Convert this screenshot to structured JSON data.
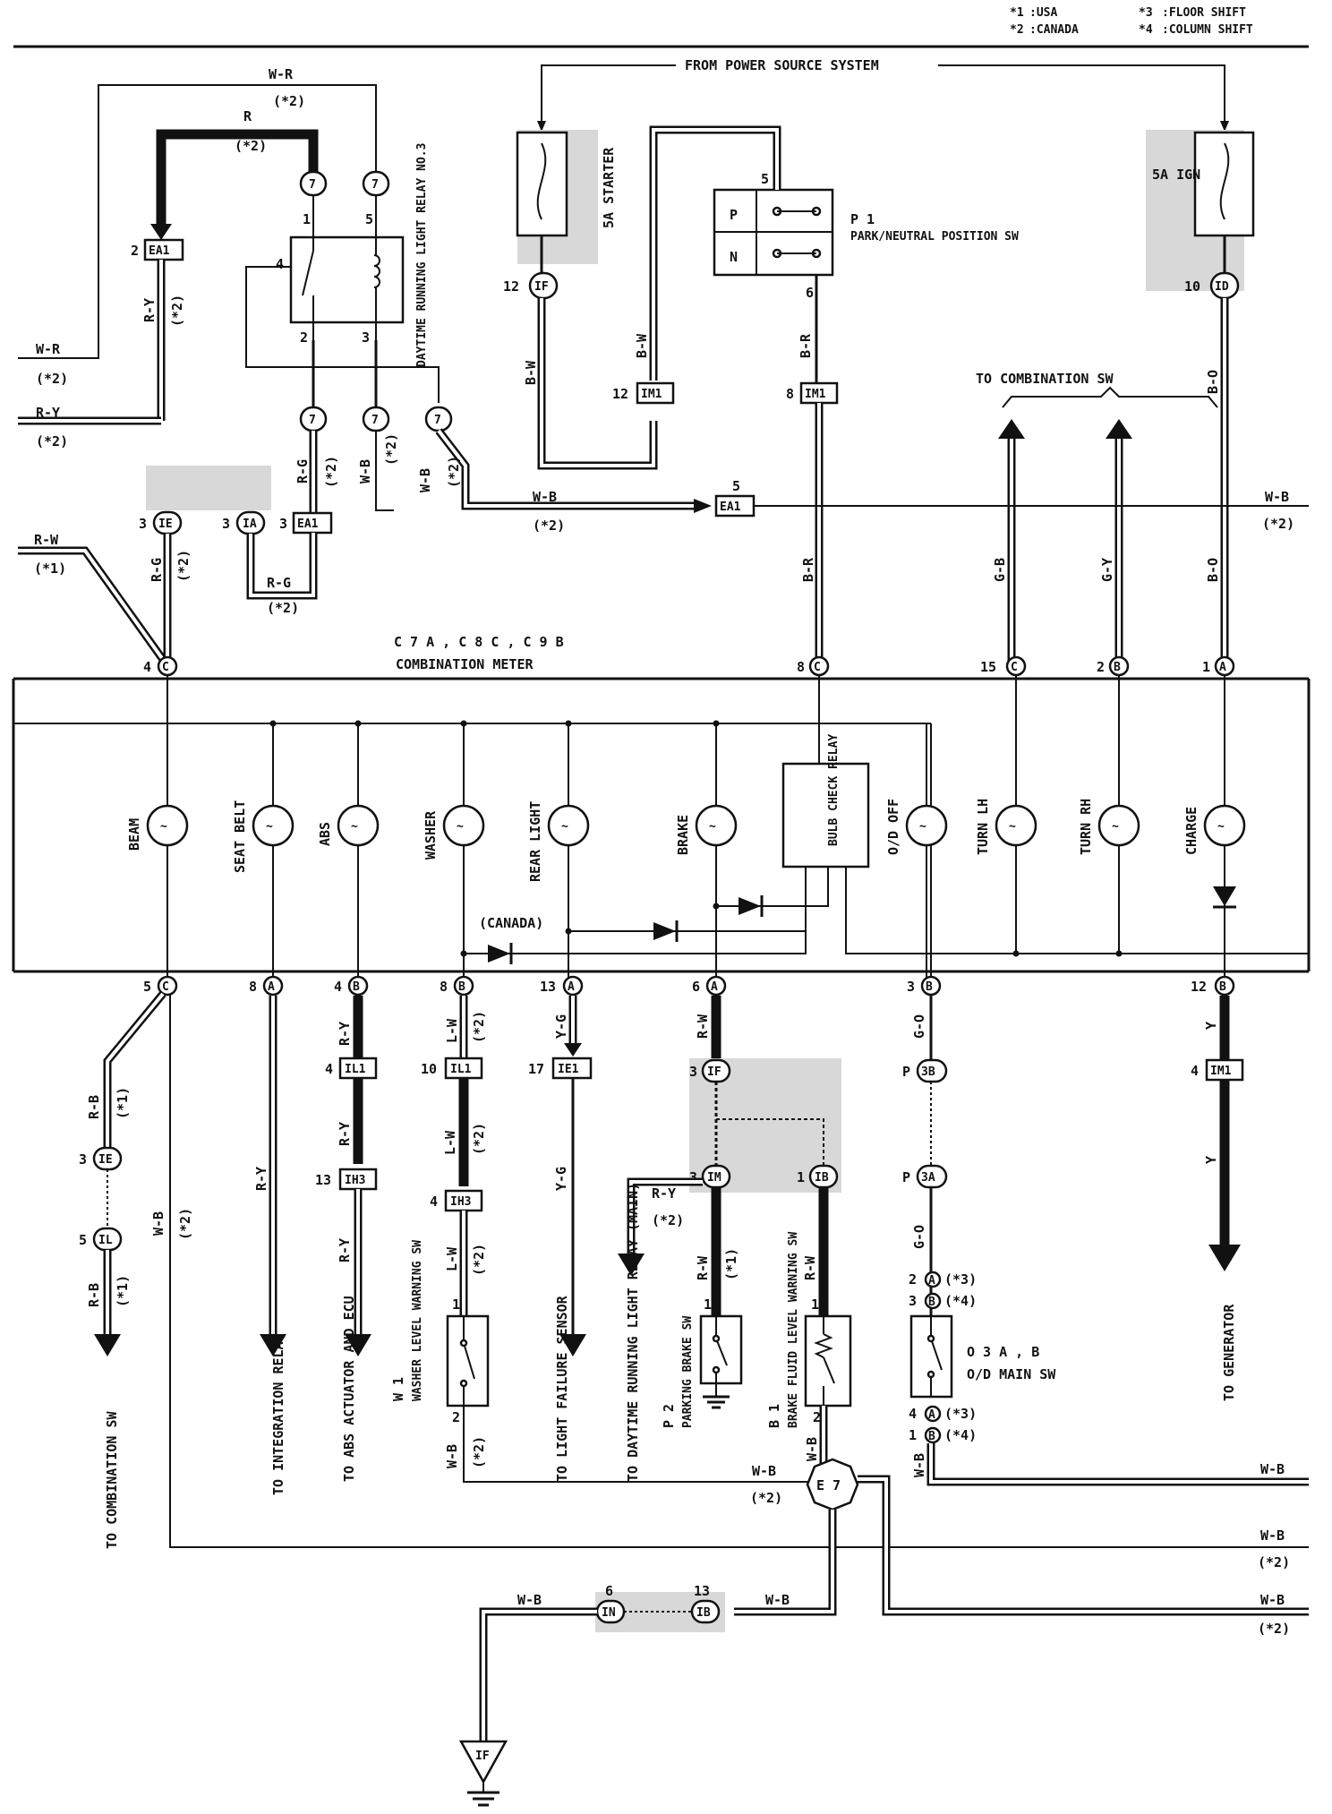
{
  "legend": [
    {
      "mark": "*1",
      "text": ":USA"
    },
    {
      "mark": "*2",
      "text": ":CANADA"
    },
    {
      "mark": "*3",
      "text": ":FLOOR SHIFT"
    },
    {
      "mark": "*4",
      "text": ":COLUMN SHIFT"
    }
  ],
  "power": {
    "from": "FROM POWER SOURCE SYSTEM",
    "fuse_starter": "5A STARTER",
    "fuse_ign": "5A IGN"
  },
  "relay": {
    "name": "DAYTIME RUNNING LIGHT RELAY NO.3"
  },
  "park_sw": {
    "id": "P 1",
    "name": "PARK/NEUTRAL POSITION SW",
    "p": "P",
    "n": "N"
  },
  "to_combo_top": "TO COMBINATION SW",
  "meter": {
    "conn": "C 7 A , C 8 C , C 9 B",
    "name": "COMBINATION METER",
    "check_relay": "BULB CHECK RELAY",
    "canada": "(CANADA)"
  },
  "lamps": [
    "BEAM",
    "SEAT BELT",
    "ABS",
    "WASHER",
    "REAR LIGHT",
    "BRAKE",
    "O/D OFF",
    "TURN LH",
    "TURN RH",
    "CHARGE"
  ],
  "wires": {
    "wr": "W-R",
    "r": "R",
    "ry": "R-Y",
    "rw": "R-W",
    "rg": "R-G",
    "wb": "W-B",
    "bw": "B-W",
    "br": "B-R",
    "bo": "B-O",
    "gb": "G-B",
    "gy": "G-Y",
    "rb": "R-B",
    "lw": "L-W",
    "yg": "Y-G",
    "go": "G-O",
    "y": "Y"
  },
  "notes": {
    "n1": "(*1)",
    "n2": "(*2)",
    "n3": "(*3)",
    "n4": "(*4)"
  },
  "connectors": {
    "c7": "7",
    "ea1": "EA1",
    "ie": "IE",
    "ia": "IA",
    "if": "IF",
    "im1": "IM1",
    "id": "ID",
    "il1": "IL1",
    "ih3": "IH3",
    "ie1": "IE1",
    "ib": "IB",
    "in": "IN",
    "il": "IL",
    "im": "IM",
    "p3b": "3B",
    "p3a": "3A",
    "e7": "E 7",
    "gnd": "IF"
  },
  "bottom_to": {
    "combo": "TO COMBINATION SW",
    "integration": "TO INTEGRATION RELAY",
    "abs": "TO ABS ACTUATOR AND ECU",
    "light_failure": "TO LIGHT FAILURE SENSOR",
    "drl": "TO DAYTIME RUNNING LIGHT RELAY (MAIN)",
    "generator": "TO GENERATOR"
  },
  "switches": {
    "w1_id": "W 1",
    "w1_name": "WASHER LEVEL WARNING SW",
    "p2_id": "P 2",
    "p2_name": "PARKING BRAKE SW",
    "b1_id": "B 1",
    "b1_name": "BRAKE FLUID LEVEL WARNING SW",
    "o3_id": "O 3 A , B",
    "o3_name": "O/D MAIN SW"
  }
}
